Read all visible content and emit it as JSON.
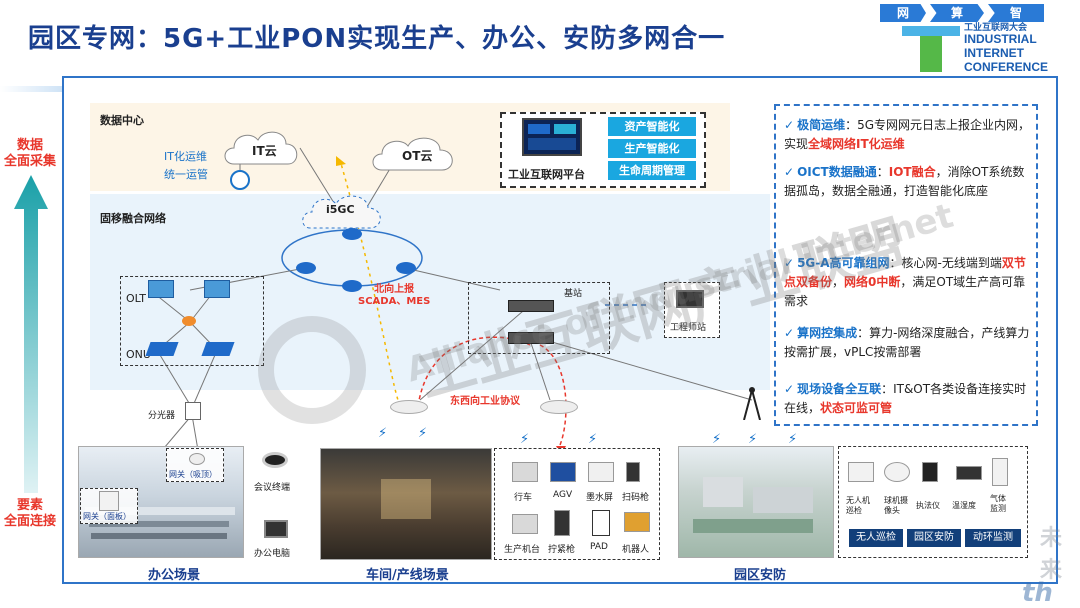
{
  "title": "园区专网：5G+工业PON实现生产、办公、安防多网合一",
  "logo": {
    "tabs": [
      "网",
      "算",
      "智"
    ],
    "cn_line": "工业互联网大会",
    "en_lines": [
      "INDUSTRIAL",
      "INTERNET",
      "CONFERENCE"
    ]
  },
  "side": {
    "top": [
      "数据",
      "全面采集"
    ],
    "bottom": [
      "要素",
      "全面连接"
    ]
  },
  "datacenter": {
    "label": "数据中心",
    "it_cloud": "IT云",
    "ot_cloud": "OT云",
    "it_ops": [
      "IT化运维",
      "统一运管"
    ],
    "platform_label": "工业互联网平台",
    "buttons": [
      "资产智能化",
      "生产智能化",
      "生命周期管理"
    ]
  },
  "network": {
    "label": "固移融合网络",
    "i5gc": "i5GC",
    "olt": "OLT",
    "onu": "ONU",
    "north": [
      "北向上报",
      "SCADA、MES"
    ],
    "base_station": "基站",
    "workstation": "工程师站",
    "east_west": "东西向工业协议",
    "splitter": "分光器"
  },
  "panel": [
    {
      "head": "极简运维",
      "parts": [
        {
          "t": "：5G专网网元日志上报企业内网，实现",
          "r": false
        },
        {
          "t": "全域网络IT化运维",
          "r": true
        }
      ]
    },
    {
      "head": "OICT数据融通",
      "parts": [
        {
          "t": "：",
          "r": false
        },
        {
          "t": "IOT融合",
          "r": true
        },
        {
          "t": "，消除OT系统数据孤岛，数据全融通，打造智能化底座",
          "r": false
        }
      ]
    },
    {
      "head": "5G-A高可靠组网",
      "parts": [
        {
          "t": "：核心网-无线端到端",
          "r": false
        },
        {
          "t": "双节点双备份",
          "r": true
        },
        {
          "t": "，",
          "r": false
        },
        {
          "t": "网络0中断",
          "r": true
        },
        {
          "t": "，满足OT域生产高可靠需求",
          "r": false
        }
      ]
    },
    {
      "head": "算网控集成",
      "parts": [
        {
          "t": "：算力-网络深度融合，产线算力按需扩展，vPLC按需部署",
          "r": false
        }
      ]
    },
    {
      "head": "现场设备全互联",
      "parts": [
        {
          "t": "：IT&OT各类设备连接实时在线，",
          "r": false
        },
        {
          "t": "状态可监可管",
          "r": true
        }
      ]
    }
  ],
  "office": {
    "scene": "办公场景",
    "gw_top": "网关（吸顶）",
    "gw_panel": "网关（面板）",
    "devices": [
      "会议终端",
      "办公电脑"
    ]
  },
  "workshop": {
    "scene": "车间/产线场景",
    "devices": [
      "行车",
      "AGV",
      "墨水屏",
      "扫码枪",
      "生产机台",
      "拧紧枪",
      "PAD",
      "机器人"
    ]
  },
  "park": {
    "scene": "园区安防",
    "devices": [
      "无人机巡检",
      "球机摄像头",
      "执法仪",
      "温湿度",
      "气体监测"
    ],
    "buttons": [
      "无人巡检",
      "园区安防",
      "动环监测"
    ]
  },
  "watermark": {
    "cn": "工业互联网产业联盟",
    "en": "Alliance of Industrial Internet",
    "corner": "未来",
    "corner2": "th"
  },
  "colors": {
    "title": "#1a3f8f",
    "accent_blue": "#1a73c9",
    "accent_red": "#e8372c",
    "frame": "#2f74c8"
  }
}
